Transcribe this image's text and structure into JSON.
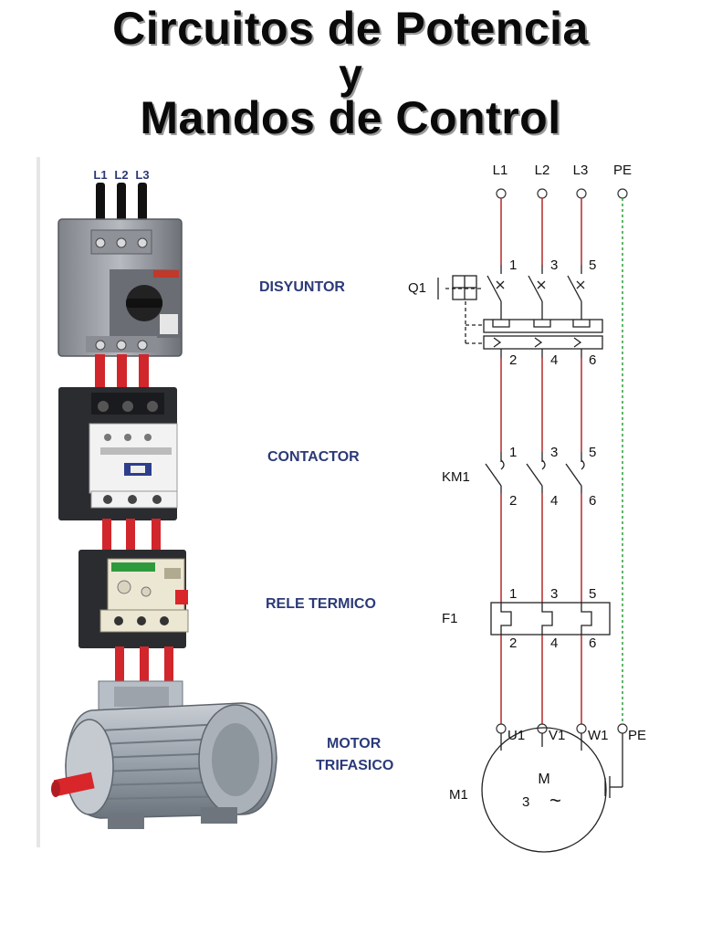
{
  "title": {
    "line1": "Circuitos de Potencia",
    "line2": "y",
    "line3": "Mandos de Control"
  },
  "photo": {
    "phase_labels": [
      "L1",
      "L2",
      "L3"
    ]
  },
  "components": {
    "disyuntor": "DISYUNTOR",
    "contactor": "CONTACTOR",
    "rele": "RELE TERMICO",
    "motor_line1": "MOTOR",
    "motor_line2": "TRIFASICO"
  },
  "schematic": {
    "phases": [
      "L1",
      "L2",
      "L3",
      "PE"
    ],
    "q1": "Q1",
    "km1": "KM1",
    "f1": "F1",
    "m1": "M1",
    "motor_letter": "M",
    "motor_phases": "3",
    "motor_tilde": "~",
    "top_terms": [
      "1",
      "3",
      "5"
    ],
    "bottom_terms": [
      "2",
      "4",
      "6"
    ],
    "motor_terms": [
      "U1",
      "V1",
      "W1",
      "PE"
    ]
  },
  "colors": {
    "power_line": "#b4282a",
    "earth_line": "#2e9e3a",
    "label_text": "#2b3a78"
  }
}
